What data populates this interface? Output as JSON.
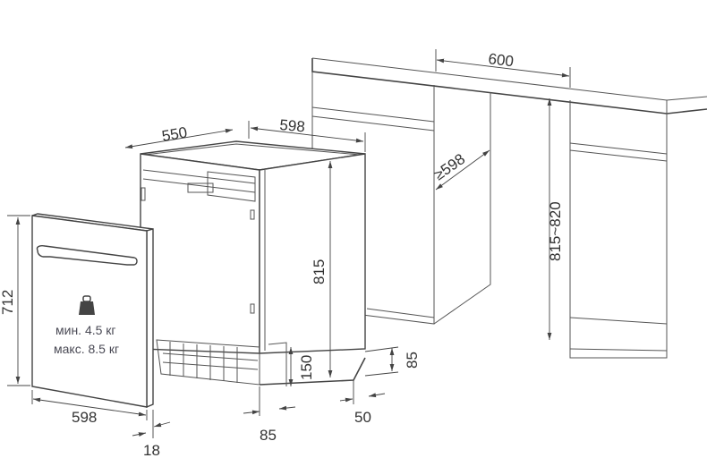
{
  "dimensions": {
    "niche_width": "600",
    "niche_depth": "≥598",
    "niche_height": "815~820",
    "appliance_depth": "550",
    "appliance_width": "598",
    "appliance_height": "815",
    "door_height": "712",
    "door_width": "598",
    "door_thickness": "18",
    "plinth_offset": "85",
    "foot_height": "150",
    "plinth_height": "85",
    "plinth_gap": "50"
  },
  "door_weight": {
    "icon": "weight-icon",
    "min": "мин. 4.5 кг",
    "max": "макс. 8.5 кг"
  }
}
